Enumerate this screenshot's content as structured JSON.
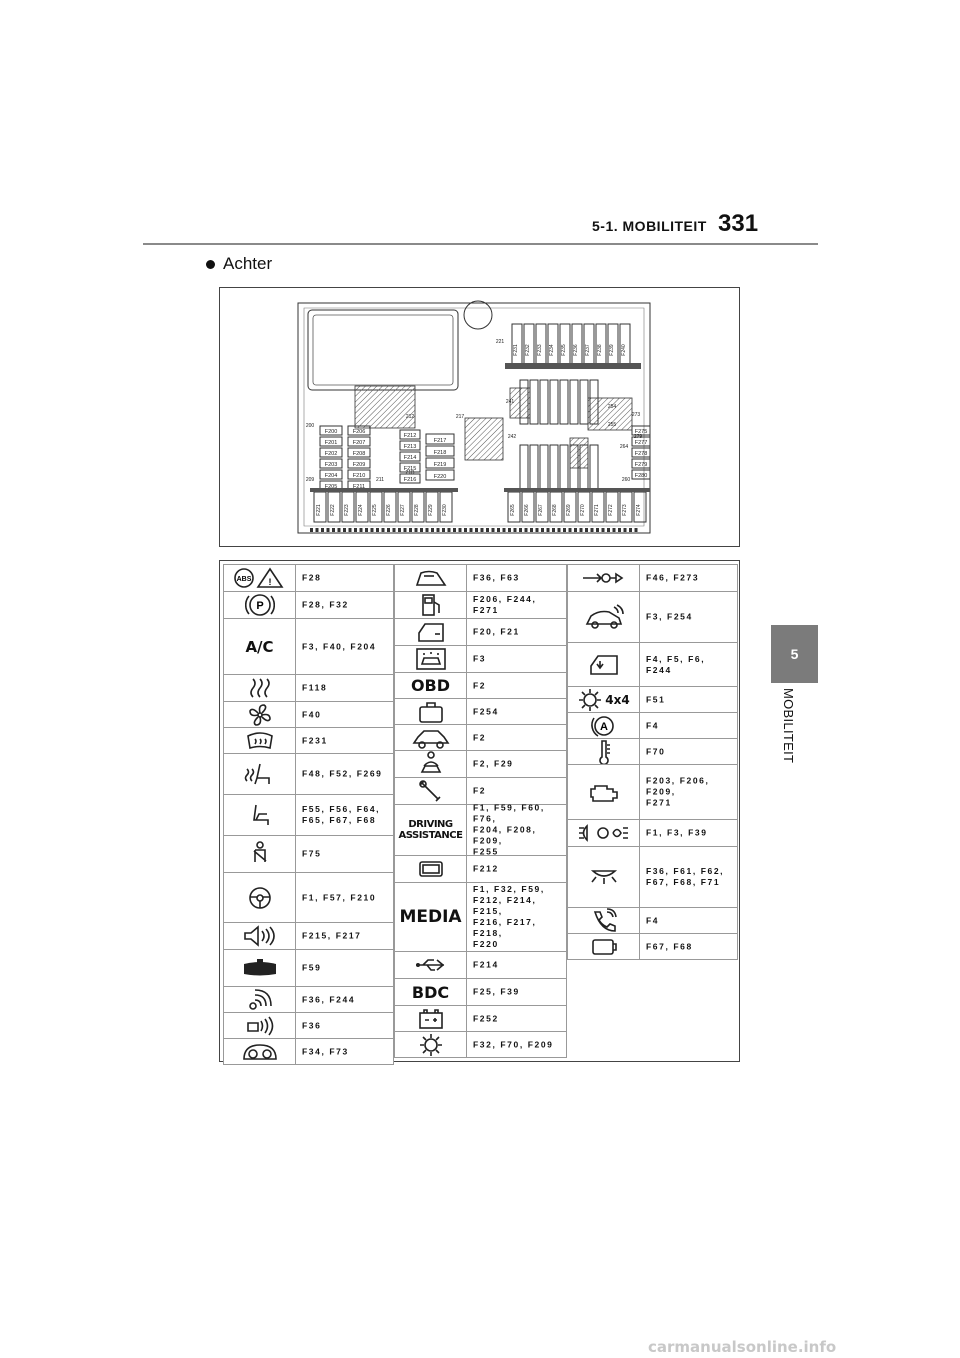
{
  "header": {
    "section": "5-1. MOBILITEIT",
    "page_number": "331"
  },
  "side_tab": {
    "number": "5",
    "label": "MOBILITEIT"
  },
  "bullet": "Achter",
  "diagram": {
    "top_fuses": [
      "F231",
      "F232",
      "F233",
      "F234",
      "F235",
      "F236",
      "F237",
      "F238",
      "F239",
      "F240"
    ],
    "bottom_left_fuses": [
      "F221",
      "F222",
      "F223",
      "F224",
      "F225",
      "F226",
      "F227",
      "F228",
      "F229",
      "F230"
    ],
    "bottom_right_fuses": [
      "F265",
      "F266",
      "F267",
      "F268",
      "F269",
      "F270",
      "F271",
      "F272",
      "F273",
      "F274"
    ],
    "left_fuses_a": [
      "F200",
      "F201",
      "F202",
      "F203",
      "F204",
      "F205"
    ],
    "left_fuses_b": [
      "F206",
      "F207",
      "F208",
      "F209",
      "F210",
      "F211"
    ],
    "mid_fuses_a": [
      "F212",
      "F213",
      "F214",
      "F215",
      "F216"
    ],
    "mid_fuses_b": [
      "F217",
      "F218",
      "F219",
      "F220"
    ],
    "right_fuses": [
      "F275",
      "F277",
      "F278",
      "F279",
      "F280"
    ],
    "markers": [
      "200",
      "209",
      "212",
      "217",
      "211",
      "21B",
      "221",
      "241",
      "242",
      "254",
      "255",
      "260",
      "264",
      "273",
      "279"
    ]
  },
  "table": {
    "col1": [
      {
        "icon": "abs-brake-warning-icon",
        "fuses": "F28"
      },
      {
        "icon": "parking-brake-icon",
        "fuses": "F28, F32"
      },
      {
        "icon": "ac-icon",
        "icon_text": "A/C",
        "fuses": "F3, F40, F204"
      },
      {
        "icon": "rear-heating-icon",
        "fuses": "F118"
      },
      {
        "icon": "fan-icon",
        "fuses": "F40"
      },
      {
        "icon": "rear-window-defrost-icon",
        "fuses": "F231"
      },
      {
        "icon": "seat-heating-icon",
        "fuses": "F48, F52, F269"
      },
      {
        "icon": "seat-icon",
        "fuses": "F55, F56, F64,\nF65, F67, F68"
      },
      {
        "icon": "seatbelt-icon",
        "fuses": "F75"
      },
      {
        "icon": "steering-wheel-icon",
        "fuses": "F1, F57, F210"
      },
      {
        "icon": "speaker-icon",
        "fuses": "F215, F217"
      },
      {
        "icon": "mirror-icon",
        "fuses": "F59"
      },
      {
        "icon": "antenna-icon",
        "fuses": "F36, F244"
      },
      {
        "icon": "key-signal-icon",
        "fuses": "F36"
      },
      {
        "icon": "instrument-cluster-icon",
        "fuses": "F34, F73"
      }
    ],
    "col2": [
      {
        "icon": "sunroof-icon",
        "fuses": "F36, F63"
      },
      {
        "icon": "fuel-icon",
        "fuses": "F206, F244, F271"
      },
      {
        "icon": "door-icon",
        "fuses": "F20, F21"
      },
      {
        "icon": "car-wash-icon",
        "fuses": "F3"
      },
      {
        "icon": "obd-icon",
        "icon_text": "OBD",
        "fuses": "F2"
      },
      {
        "icon": "trunk-icon",
        "fuses": "F254"
      },
      {
        "icon": "car-roof-icon",
        "fuses": "F2"
      },
      {
        "icon": "driver-icon",
        "fuses": "F2, F29"
      },
      {
        "icon": "wrench-icon",
        "fuses": "F2"
      },
      {
        "icon": "driving-assistance-icon",
        "icon_text": "DRIVING\nASSISTANCE",
        "fuses": "F1, F59, F60, F76,\nF204, F208, F209,\nF255"
      },
      {
        "icon": "display-icon",
        "fuses": "F212"
      },
      {
        "icon": "media-icon",
        "icon_text": "MEDIA",
        "fuses": "F1, F32, F59,\nF212, F214, F215,\nF216, F217, F218,\nF220"
      },
      {
        "icon": "usb-icon",
        "fuses": "F214"
      },
      {
        "icon": "bdc-icon",
        "icon_text": "BDC",
        "fuses": "F25, F39"
      },
      {
        "icon": "battery-icon",
        "fuses": "F252"
      },
      {
        "icon": "gear-icon",
        "fuses": "F32, F70, F209"
      }
    ],
    "col3": [
      {
        "icon": "towbar-icon",
        "fuses": "F46, F273"
      },
      {
        "icon": "car-alarm-icon",
        "fuses": "F3, F254"
      },
      {
        "icon": "window-icon",
        "fuses": "F4, F5, F6, F244"
      },
      {
        "icon": "four-by-four-icon",
        "icon_text": "4x4",
        "fuses": "F51"
      },
      {
        "icon": "auto-start-stop-icon",
        "fuses": "F4"
      },
      {
        "icon": "thermometer-icon",
        "fuses": "F70"
      },
      {
        "icon": "engine-icon",
        "fuses": "F203, F206, F209,\nF271"
      },
      {
        "icon": "lights-icon",
        "fuses": "F1, F3, F39"
      },
      {
        "icon": "interior-light-icon",
        "fuses": "F36, F61, F62,\nF67, F68, F71"
      },
      {
        "icon": "phone-icon",
        "fuses": "F4"
      },
      {
        "icon": "screen-icon",
        "fuses": "F67, F68"
      }
    ]
  },
  "watermark": "carmanualsonline.info"
}
